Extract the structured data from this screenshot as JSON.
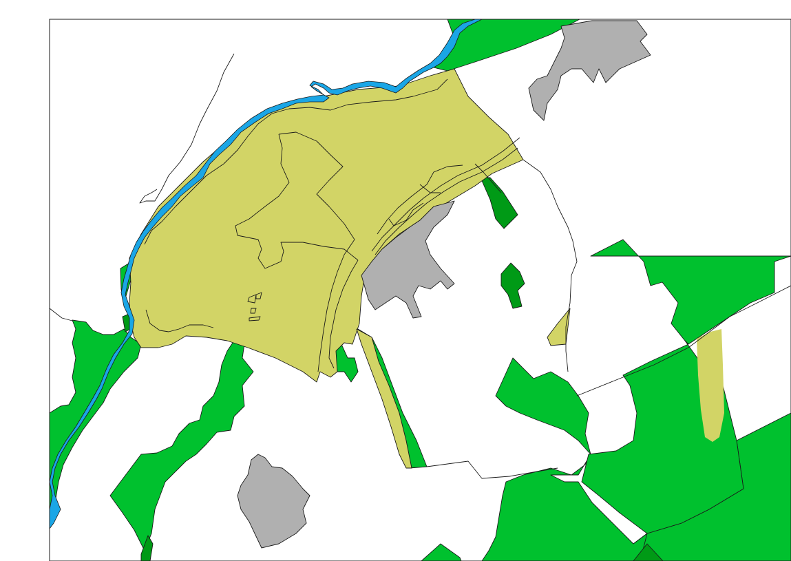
{
  "map": {
    "colors": {
      "background": "#ffffff",
      "forest": "#00c12e",
      "forest_dark": "#009a16",
      "urban_area": "#b0b0b0",
      "zone_olive": "#d2d466",
      "river": "#1aa6e6",
      "boundary_line": "#1a1a1a"
    },
    "layers": [
      "forest-area",
      "forest-dark-area",
      "urban-area",
      "olive-zone",
      "river",
      "boundary-line"
    ]
  }
}
